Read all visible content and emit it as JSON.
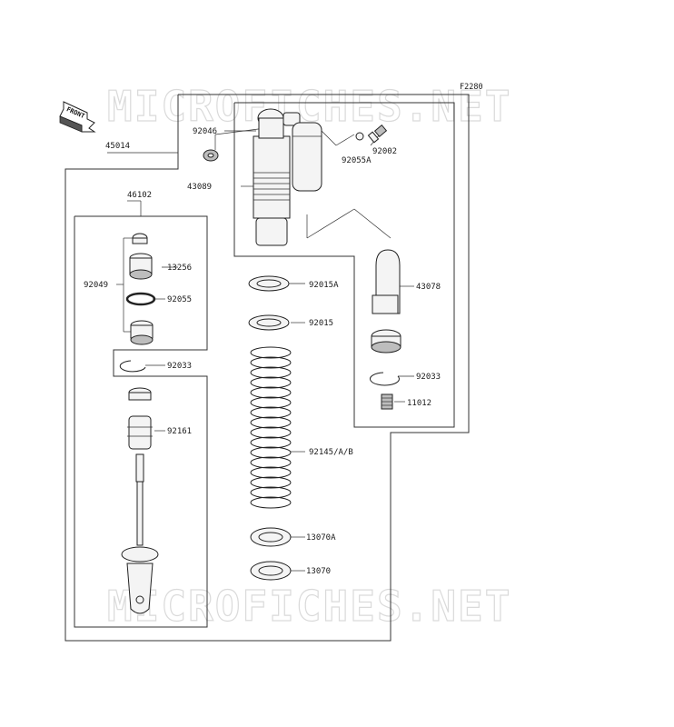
{
  "figure_code": "F2280",
  "watermark_text": "MICROFICHES.NET",
  "front_arrow_label": "FRONT",
  "part_numbers": {
    "assembly": "45014",
    "cartridge_assy": "46102",
    "p92046": "92046",
    "p43089": "43089",
    "p92055A": "92055A",
    "p92002": "92002",
    "p13256": "13256",
    "p92049": "92049",
    "p92055": "92055",
    "p92033_left": "92033",
    "p92161": "92161",
    "p92015A": "92015A",
    "p92015": "92015",
    "p92145": "92145/A/B",
    "p13070A": "13070A",
    "p13070": "13070",
    "p43078": "43078",
    "p92033_right": "92033",
    "p11012": "11012"
  }
}
